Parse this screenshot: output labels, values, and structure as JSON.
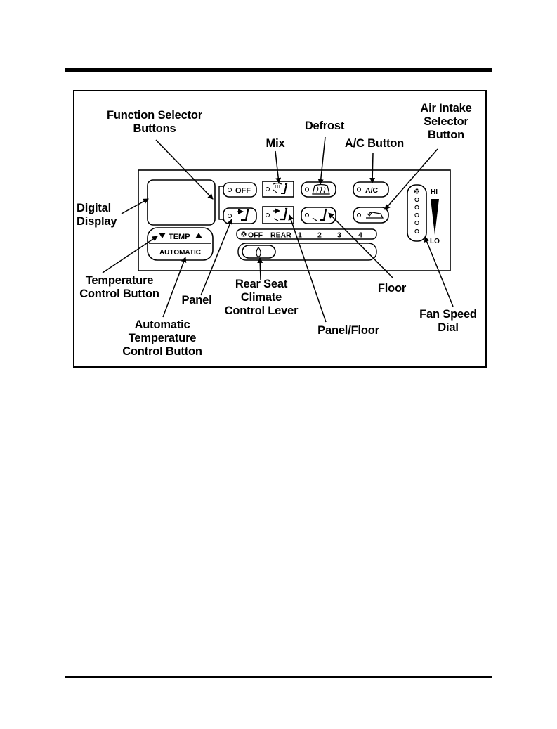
{
  "labels": {
    "function_selector": [
      "Function Selector",
      "Buttons"
    ],
    "defrost": "Defrost",
    "mix": "Mix",
    "ac_button": "A/C Button",
    "air_intake": [
      "Air Intake",
      "Selector",
      "Button"
    ],
    "digital_display": [
      "Digital",
      "Display"
    ],
    "temperature_control": [
      "Temperature",
      "Control Button"
    ],
    "panel": "Panel",
    "rear_seat": [
      "Rear Seat",
      "Climate",
      "Control Lever"
    ],
    "floor": "Floor",
    "fan_speed": [
      "Fan Speed",
      "Dial"
    ],
    "automatic_temp": [
      "Automatic",
      "Temperature",
      "Control Button"
    ],
    "panel_floor": "Panel/Floor"
  },
  "panel": {
    "off_button": "OFF",
    "ac_button": "A/C",
    "temp_button": "TEMP",
    "automatic_button": "AUTOMATIC",
    "rear_scale": [
      "OFF",
      "REAR",
      "1",
      "2",
      "3",
      "4"
    ],
    "fan_hi": "HI",
    "fan_lo": "LO"
  }
}
